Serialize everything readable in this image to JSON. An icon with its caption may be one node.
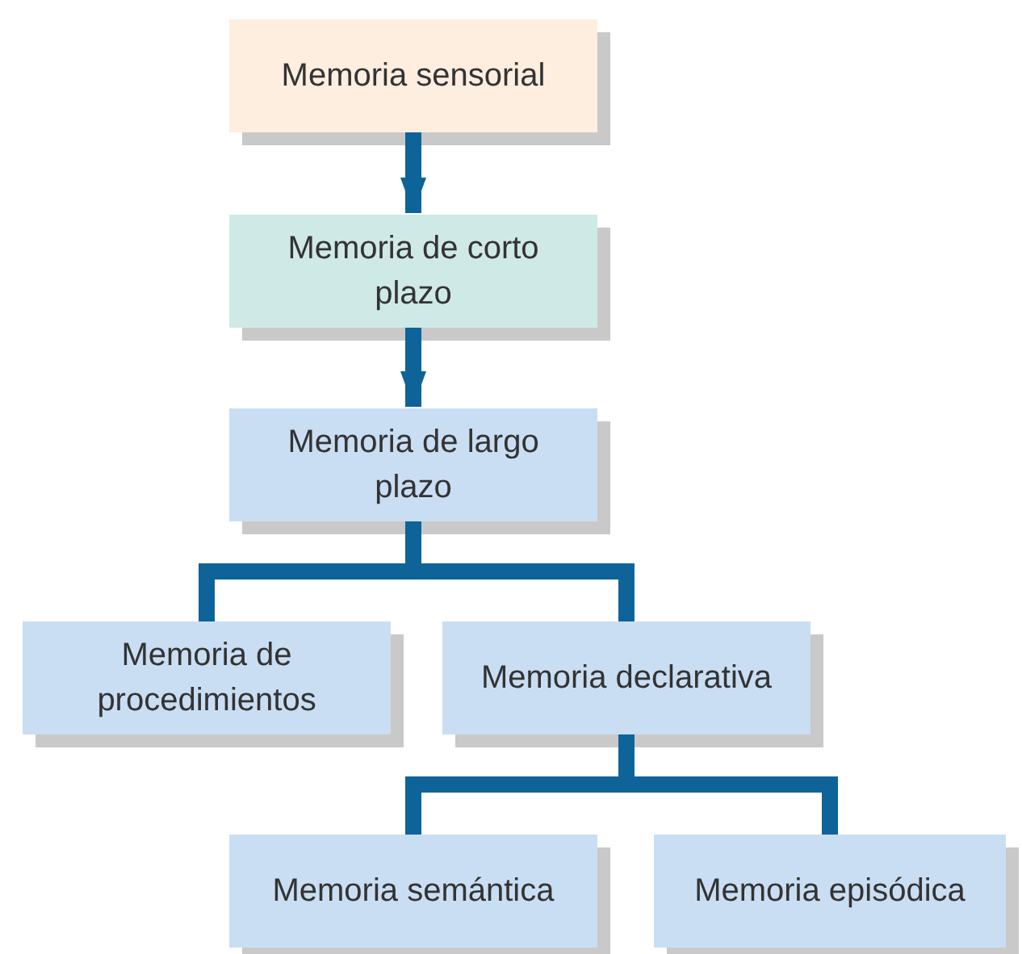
{
  "diagram": {
    "nodes": [
      {
        "text": [
          "Memoria sensorial"
        ]
      },
      {
        "text": [
          "Memoria de corto plazo"
        ]
      },
      {
        "text": [
          "Memoria de largo plazo"
        ]
      },
      {
        "text": [
          "Memoria de procedimientos"
        ]
      },
      {
        "text": [
          "Memoria declarativa"
        ]
      },
      {
        "text": [
          "Memoria semántica"
        ]
      },
      {
        "text": [
          "Memoria episódica"
        ]
      }
    ],
    "edges": [
      {
        "from": 0,
        "to": 1,
        "arrow": "to"
      },
      {
        "from": 1,
        "to": 2,
        "arrow": "to"
      },
      {
        "from": 2,
        "to": 3,
        "arrow": "none"
      },
      {
        "from": 2,
        "to": 4,
        "arrow": "none"
      },
      {
        "from": 4,
        "to": 5,
        "arrow": "none"
      },
      {
        "from": 4,
        "to": 6,
        "arrow": "none"
      }
    ]
  }
}
